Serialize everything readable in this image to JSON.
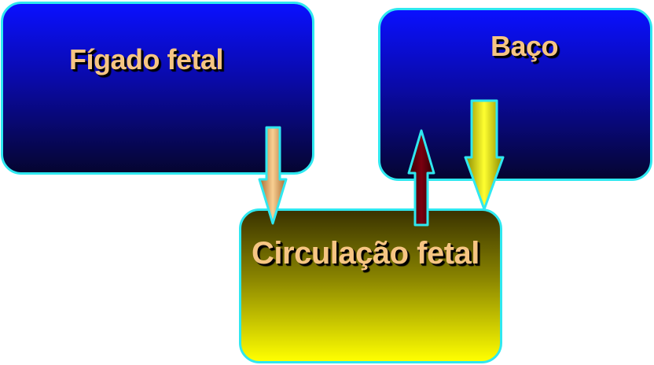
{
  "diagram": {
    "nodes": {
      "liver": {
        "label": "Fígado fetal"
      },
      "spleen": {
        "label": "Baço"
      },
      "circulation": {
        "label": "Circulação fetal"
      }
    },
    "edges": [
      {
        "from": "liver",
        "to": "circulation",
        "color": "#f6c583"
      },
      {
        "from": "circulation",
        "to": "spleen",
        "color": "#6a0008"
      },
      {
        "from": "spleen",
        "to": "circulation",
        "color": "#ffff00"
      }
    ],
    "colors": {
      "box_border": "#2fe8f0",
      "blue_box_top": "#0a10ff",
      "yellow_box_bottom": "#ffff00",
      "label_text": "#f6c583"
    }
  }
}
